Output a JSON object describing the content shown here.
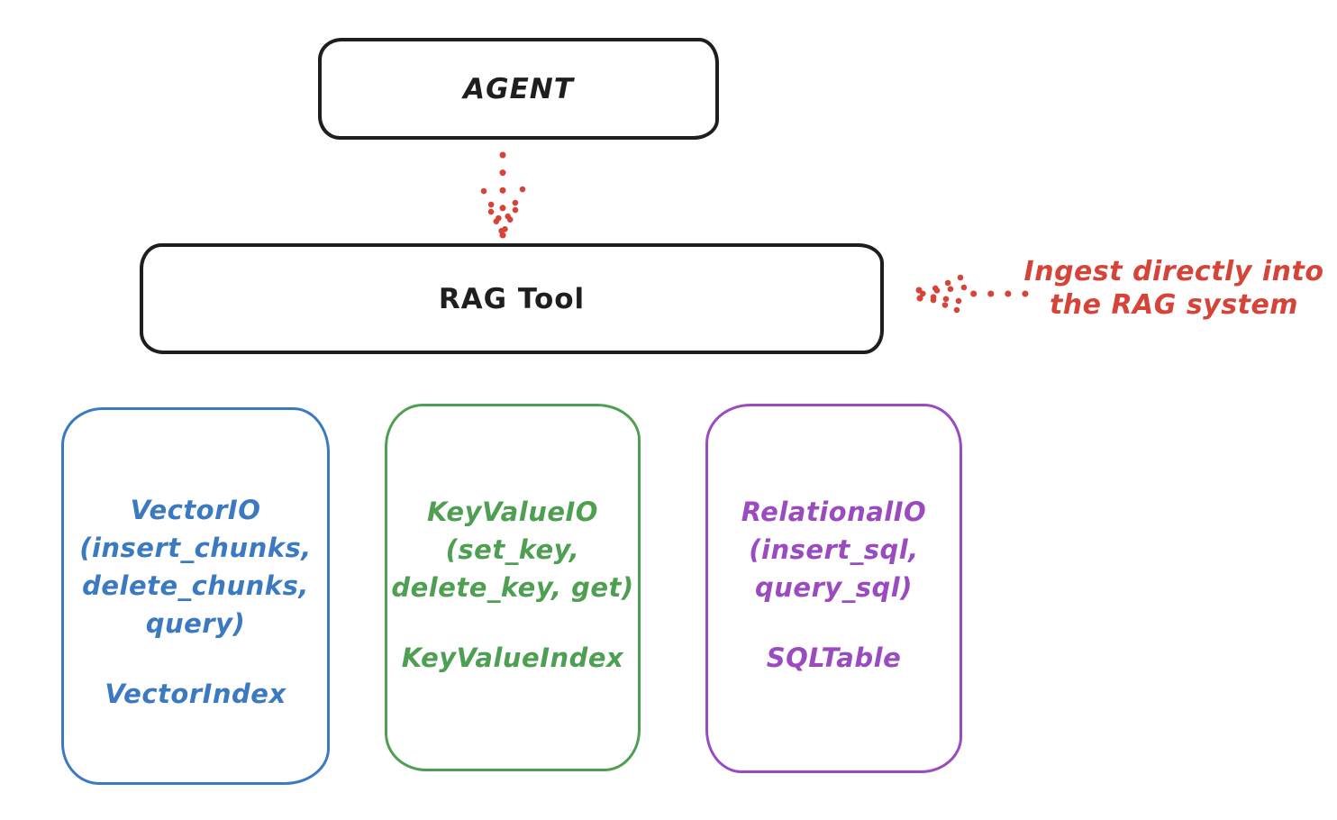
{
  "colors": {
    "ink": "#1e1e1e",
    "red": "#d64338",
    "blue": "#3b7ac0",
    "green": "#4f9f53",
    "purple": "#9a4bc0",
    "background": "#ffffff"
  },
  "agent_box": {
    "label": "AGENT"
  },
  "rag_box": {
    "label": "RAG Tool"
  },
  "annotation": {
    "line1": "Ingest directly into",
    "line2": "the RAG system",
    "color": "#d64338"
  },
  "arrows": {
    "agent_to_rag": "dotted-down-arrow",
    "ingest": "dotted-left-arrow"
  },
  "modules": [
    {
      "title": "VectorIO",
      "params": [
        "(insert_chunks,",
        "delete_chunks,",
        "query)"
      ],
      "index": "VectorIndex",
      "color": "#3b7ac0"
    },
    {
      "title": "KeyValueIO",
      "params": [
        "(set_key,",
        "delete_key, get)"
      ],
      "index": "KeyValueIndex",
      "color": "#4f9f53"
    },
    {
      "title": "RelationalIO",
      "params": [
        "(insert_sql,",
        "query_sql)"
      ],
      "index": "SQLTable",
      "color": "#9a4bc0"
    }
  ]
}
